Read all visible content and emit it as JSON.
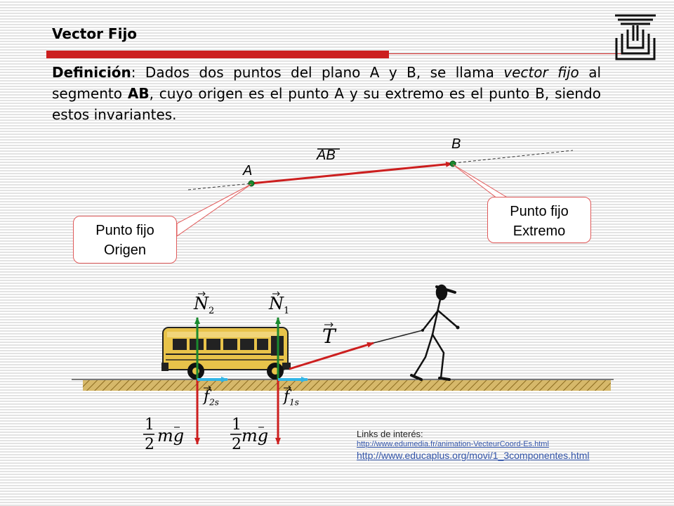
{
  "slide": {
    "title": "Vector Fijo",
    "definition": {
      "term": "Definición",
      "part1": ": Dados dos puntos del plano A y B, se llama ",
      "emph": "vector fijo",
      "part2": " al segmento ",
      "bold_ab": "AB",
      "part3": ", cuyo origen es el punto A y su extremo es el punto B, siendo estos invariantes."
    }
  },
  "vector_diagram": {
    "point_a": "A",
    "point_b": "B",
    "vector_label": "AB",
    "callout_origin": [
      "Punto fijo",
      "Origen"
    ],
    "callout_end": [
      "Punto fijo",
      "Extremo"
    ]
  },
  "force_diagram": {
    "N2": {
      "symbol": "N",
      "sub": "2"
    },
    "N1": {
      "symbol": "N",
      "sub": "1"
    },
    "T": {
      "symbol": "T"
    },
    "f2s": {
      "symbol": "f",
      "sub": "2s"
    },
    "f1s": {
      "symbol": "f",
      "sub": "1s"
    },
    "half_num": "1",
    "half_den": "2",
    "mg": "mg"
  },
  "links": {
    "title": "Links de interés:",
    "items": [
      "http://www.edumedia.fr/animation-VecteurCoord-Es.html",
      "http://www.educaplus.org/movi/1_3componentes.html"
    ]
  },
  "colors": {
    "accent_red": "#cc1f1f",
    "normal_green": "#1a8a2e",
    "friction_cyan": "#33b5e5",
    "bus_yellow": "#e8c34a"
  }
}
